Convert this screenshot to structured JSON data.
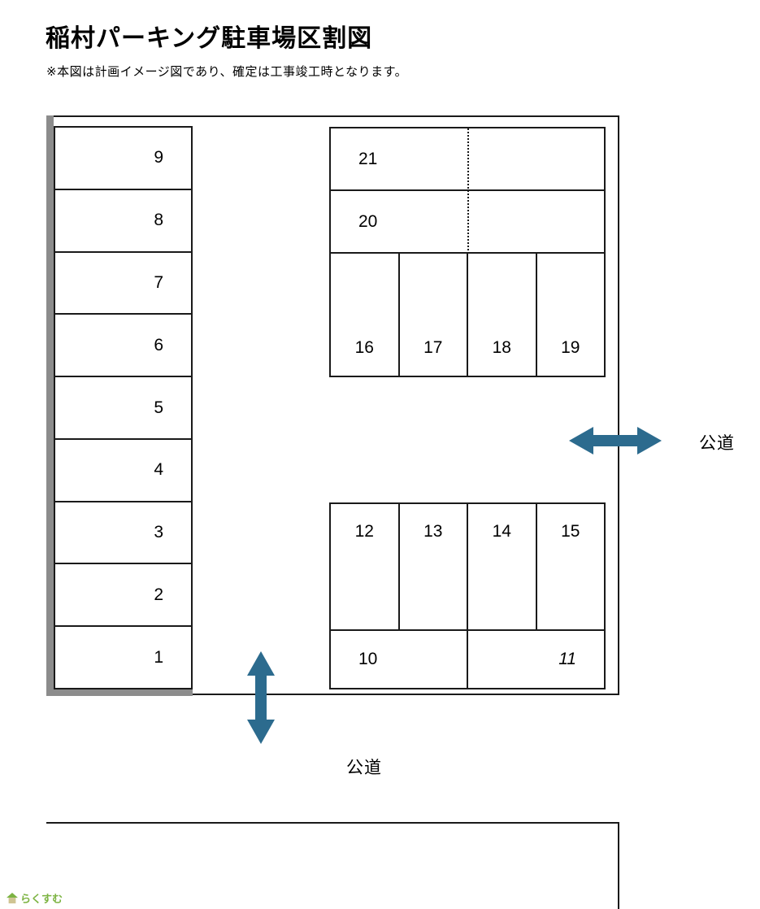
{
  "page": {
    "title": "稲村パーキング駐車場区割図",
    "note": "※本図は計画イメージ図であり、確定は工事竣工時となります。"
  },
  "left_column": {
    "spaces": [
      "9",
      "8",
      "7",
      "6",
      "5",
      "4",
      "3",
      "2",
      "1"
    ]
  },
  "upper_block": {
    "wide_spaces": [
      "21",
      "20"
    ],
    "row_spaces": [
      "16",
      "17",
      "18",
      "19"
    ]
  },
  "lower_block": {
    "row_spaces": [
      "12",
      "13",
      "14",
      "15"
    ],
    "wide_spaces": [
      "10",
      "11"
    ]
  },
  "roads": {
    "right_label": "公道",
    "bottom_label": "公道"
  },
  "logo": {
    "text": "らくすむ"
  },
  "colors": {
    "arrow": "#2c6b8e",
    "wall": "#8c8c8c",
    "logo": "#7cb342"
  }
}
